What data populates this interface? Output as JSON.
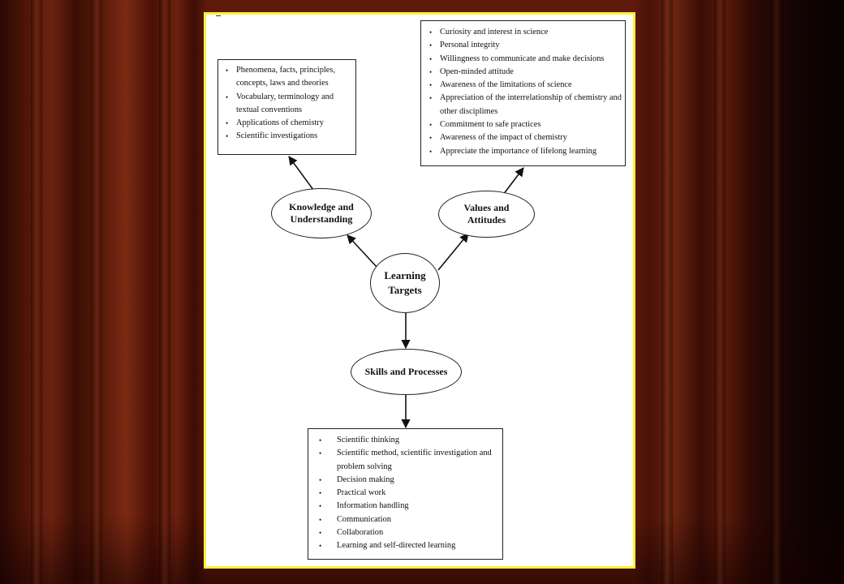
{
  "diagram": {
    "center": "Learning Targets",
    "nodes": [
      {
        "id": "knowledge",
        "label": "Knowledge and Understanding"
      },
      {
        "id": "values",
        "label": "Values and Attitudes"
      },
      {
        "id": "skills",
        "label": "Skills and Processes"
      }
    ],
    "boxes": {
      "knowledge": [
        "Phenomena, facts, principles, concepts, laws and theories",
        "Vocabulary, terminology and textual conventions",
        "Applications of chemistry",
        "Scientific investigations"
      ],
      "values": [
        "Curiosity and interest in science",
        "Personal integrity",
        "Willingness to communicate and make decisions",
        "Open-minded attitude",
        "Awareness of the limitations of science",
        "Appreciation of the interrelationship of chemistry and other disciplimes",
        "Commitment to safe practices",
        "Awareness of the impact of chemistry",
        "Appreciate the importance of lifelong learning"
      ],
      "skills": [
        "Scientific thinking",
        "Scientific method, scientific investigation and problem solving",
        "Decision making",
        "Practical work",
        "Information handling",
        "Communication",
        "Collaboration",
        "Learning and self-directed learning"
      ]
    },
    "colors": {
      "frame_border": "#f7f23a",
      "curtain": "#5e1a0b",
      "ink": "#111111"
    }
  }
}
